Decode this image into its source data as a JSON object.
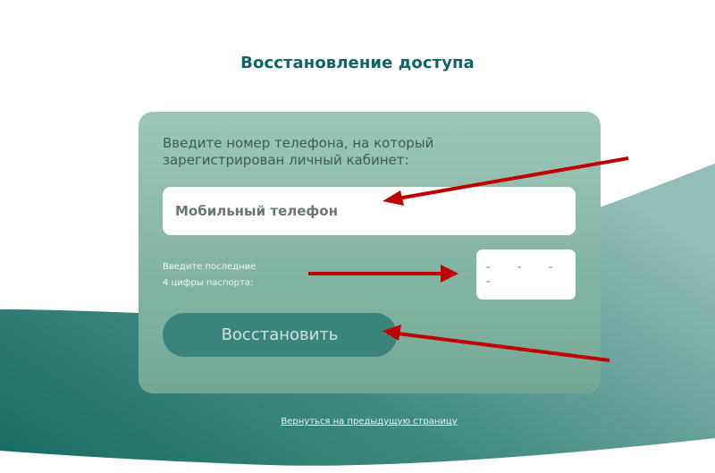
{
  "page": {
    "title": "Восстановление доступа"
  },
  "form": {
    "phone_prompt": "Введите номер телефона, на который зарегистрирован личный кабинет:",
    "phone_placeholder": "Мобильный телефон",
    "phone_value": "",
    "passport_prompt_line1": "Введите последние",
    "passport_prompt_line2": "4 цифры паспорта:",
    "passport_placeholder": "- - - -",
    "passport_value": "",
    "submit_label": "Восстановить"
  },
  "footer": {
    "back_link": "Вернуться на предыдущую страницу"
  },
  "colors": {
    "title": "#0d6563",
    "card_top": "#9dc7b7",
    "card_bottom": "#74a895",
    "button": "#3b8479",
    "wave_dark": "#1a6e66",
    "wave_light": "#8bb8b2",
    "annotation_arrow": "#c00000"
  },
  "annotations": {
    "arrows": [
      "points-to-phone-input",
      "points-to-passport-input",
      "points-to-restore-button"
    ]
  }
}
